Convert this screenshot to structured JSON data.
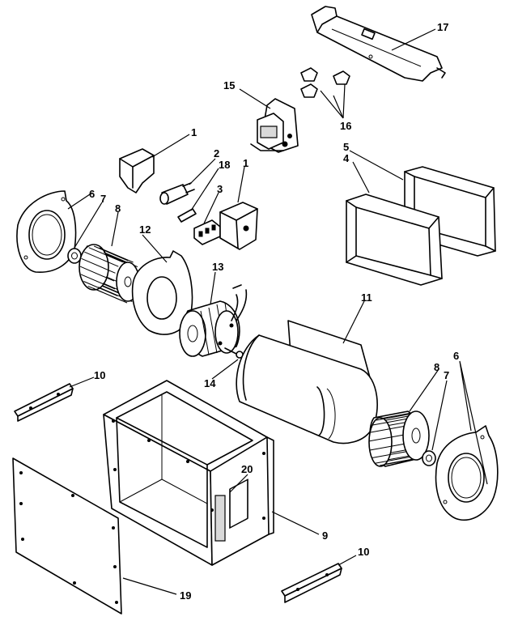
{
  "callouts": {
    "c1a": "1",
    "c1b": "1",
    "c2": "2",
    "c3": "3",
    "c4": "4",
    "c5": "5",
    "c6a": "6",
    "c6b": "6",
    "c7a": "7",
    "c7b": "7",
    "c8a": "8",
    "c8b": "8",
    "c9": "9",
    "c10a": "10",
    "c10b": "10",
    "c11": "11",
    "c12": "12",
    "c13": "13",
    "c14": "14",
    "c15": "15",
    "c16": "16",
    "c17": "17",
    "c18": "18",
    "c19": "19",
    "c20": "20"
  },
  "colors": {
    "ink": "#000000",
    "paper": "#ffffff"
  }
}
